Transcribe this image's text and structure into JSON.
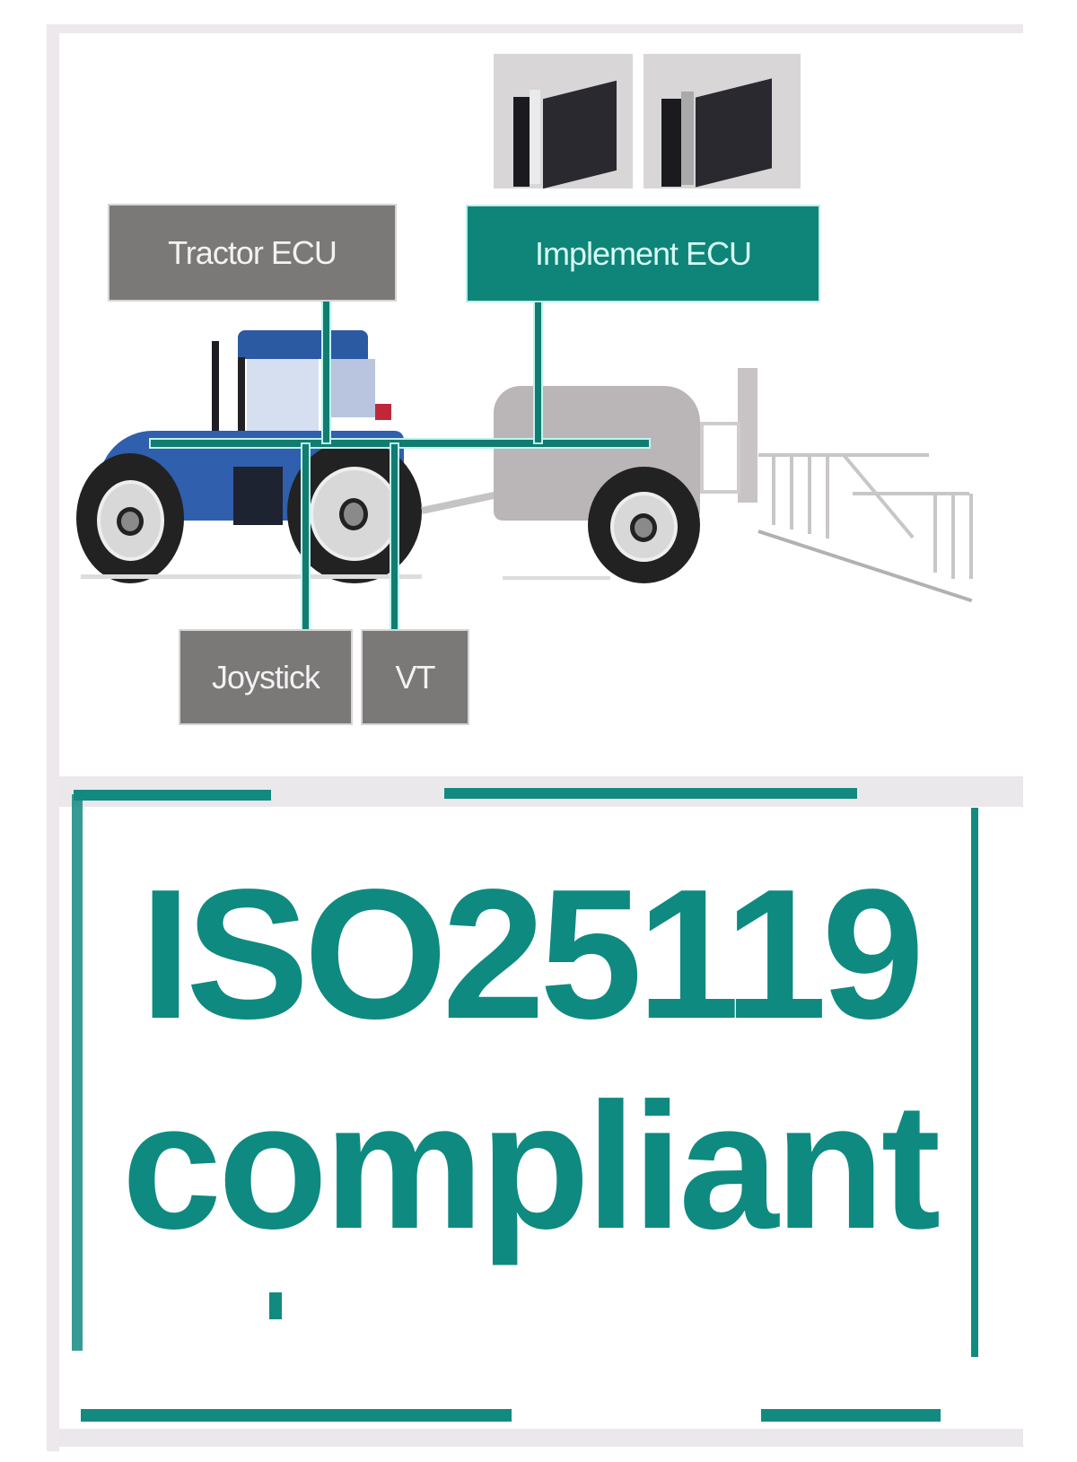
{
  "diagram": {
    "nodes": {
      "tractor_ecu": "Tractor ECU",
      "implement_ecu": "Implement ECU",
      "joystick": "Joystick",
      "vt": "VT"
    },
    "colors": {
      "gray_box": "#7b7878",
      "teal_box": "#0f8478",
      "bus_line": "#127c70",
      "tractor_blue": "#2a5fa8",
      "implement_gray": "#b9b5b7"
    },
    "illustration": {
      "vehicle": "tractor-with-sprayer-implement",
      "ecu_photos": 2
    }
  },
  "badge": {
    "title": "ISO25119",
    "subtitle": "compliant",
    "color": "#0f8a80"
  }
}
